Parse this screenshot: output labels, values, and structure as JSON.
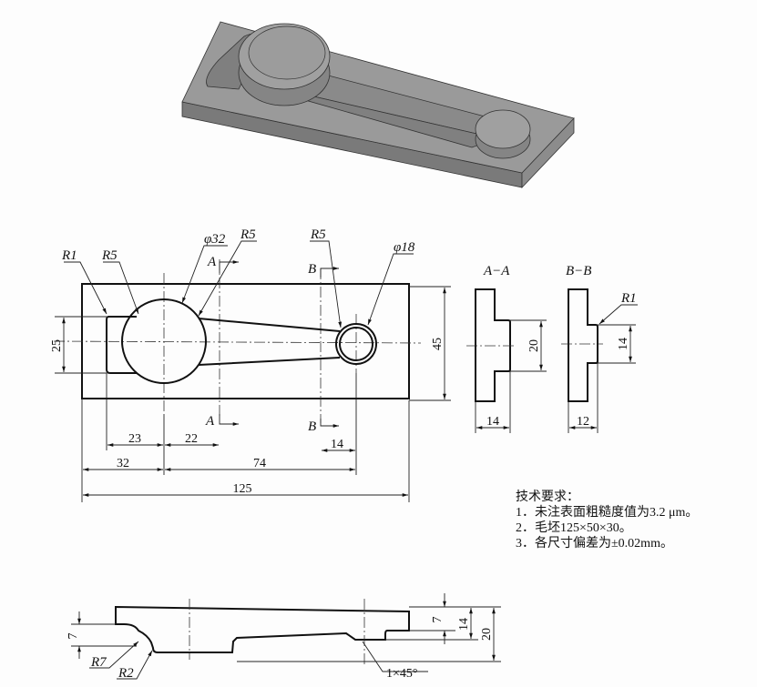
{
  "plan_view": {
    "callouts": [
      "R1",
      "R5",
      "φ32",
      "R5",
      "R5",
      "φ18"
    ],
    "section_marks": [
      "A",
      "A",
      "B",
      "B"
    ],
    "dimensions": {
      "overall_length": "125",
      "width": "45",
      "pocket_height": "25",
      "d23": "23",
      "d22": "22",
      "d14": "14",
      "d32": "32",
      "d74": "74"
    }
  },
  "section_a": {
    "title": "A−A",
    "dim_height": "20",
    "dim_width": "14"
  },
  "section_b": {
    "title": "B−B",
    "callout": "R1",
    "dim_height": "14",
    "dim_width": "12"
  },
  "side_view": {
    "dims": [
      "7",
      "7",
      "14",
      "20"
    ],
    "callouts": [
      "R7",
      "R2",
      "1×45°"
    ]
  },
  "notes": {
    "title": "技术要求：",
    "items": [
      "1．未注表面粗糙度值为3.2 μm。",
      "2．毛坯125×50×30。",
      "3．各尺寸偏差为±0.02mm。"
    ]
  }
}
